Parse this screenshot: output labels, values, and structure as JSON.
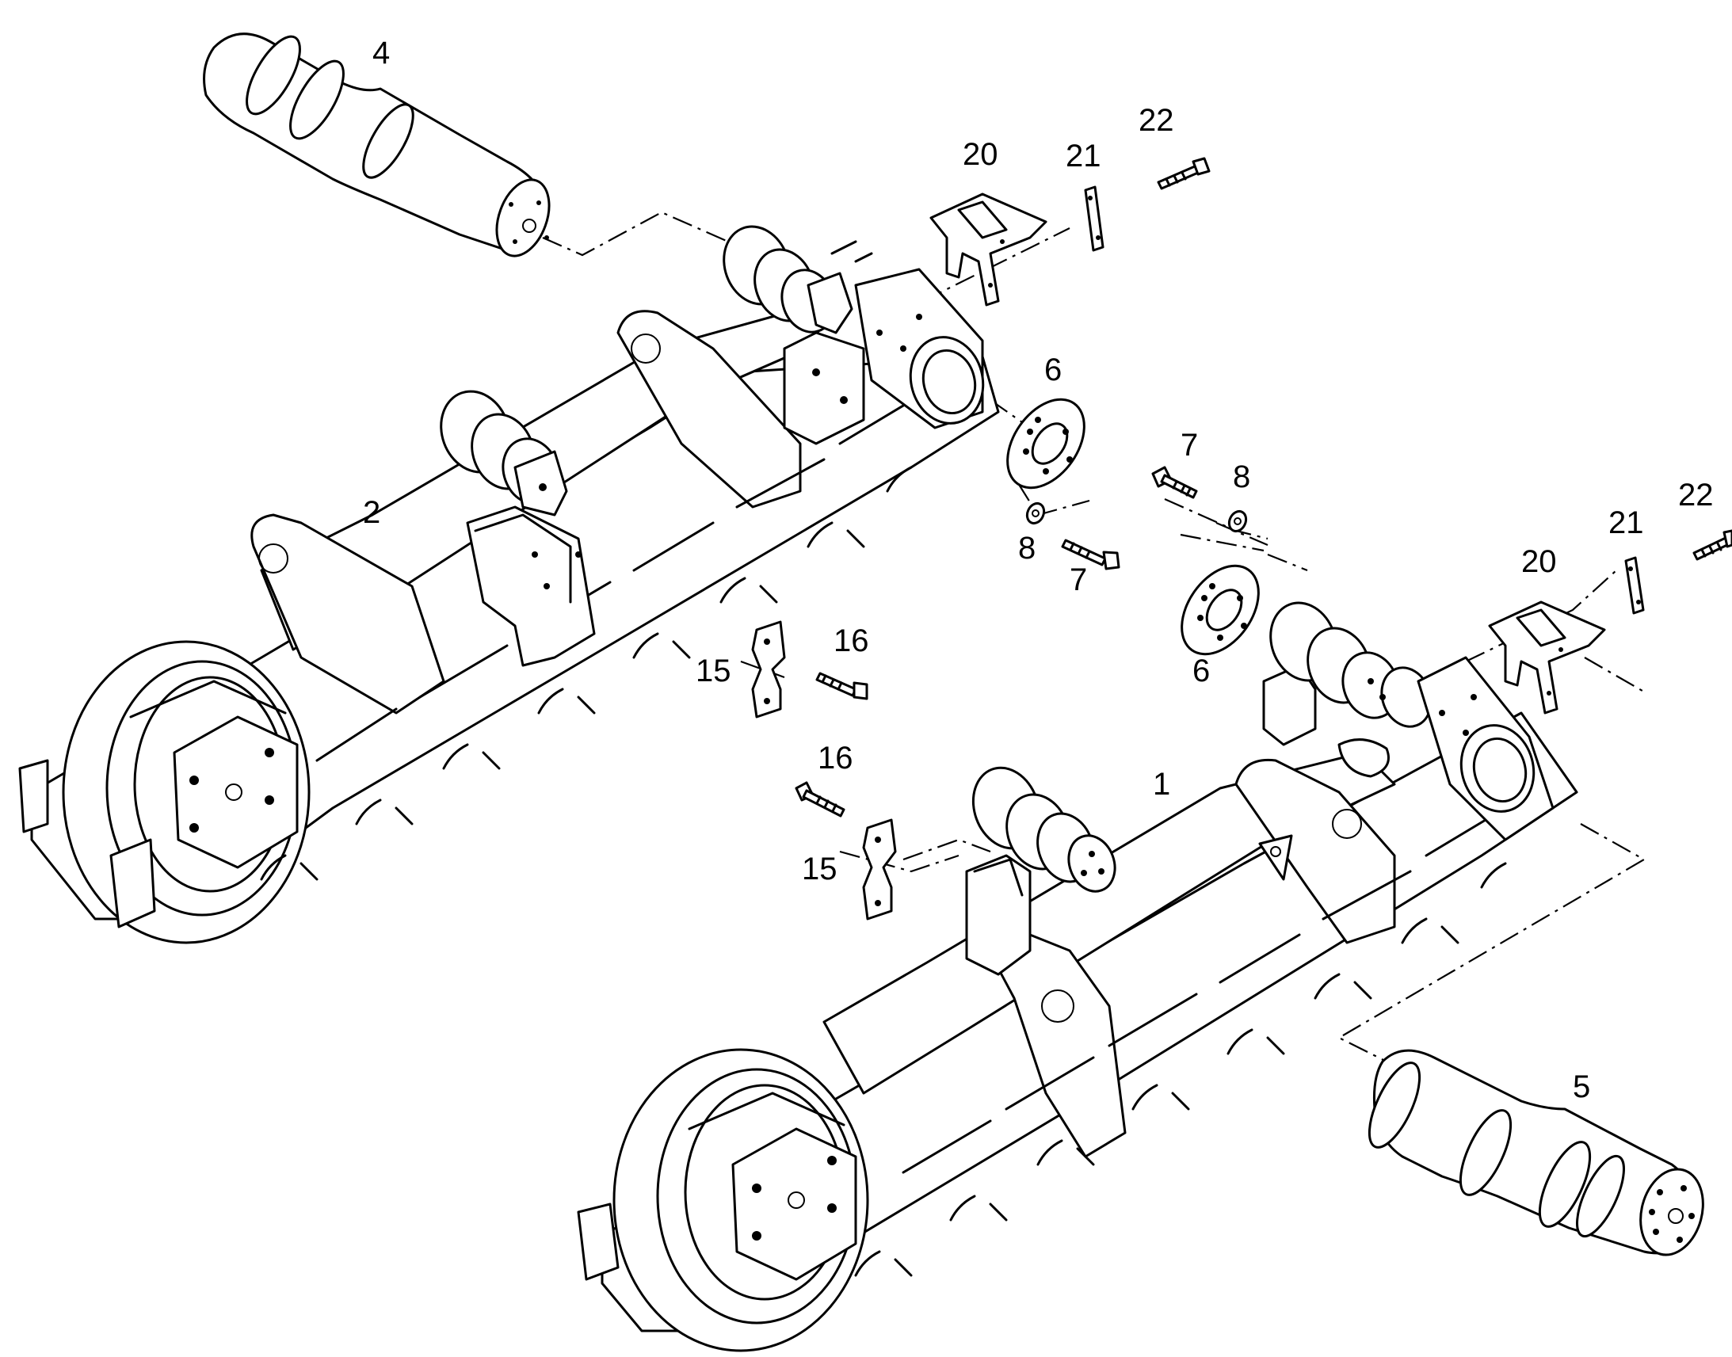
{
  "callouts": {
    "c1": "1",
    "c2": "2",
    "c4": "4",
    "c5": "5",
    "c6a": "6",
    "c6b": "6",
    "c7a": "7",
    "c7b": "7",
    "c8a": "8",
    "c8b": "8",
    "c15a": "15",
    "c15b": "15",
    "c16a": "16",
    "c16b": "16",
    "c20a": "20",
    "c20b": "20",
    "c21a": "21",
    "c21b": "21",
    "c22a": "22",
    "c22b": "22"
  }
}
